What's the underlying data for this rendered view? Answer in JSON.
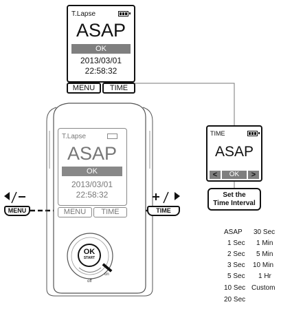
{
  "top_screen": {
    "mode_label": "T.Lapse",
    "main_value": "ASAP",
    "ok_label": "OK",
    "date": "2013/03/01",
    "time": "22:58:32"
  },
  "top_softkeys": {
    "left": "MENU",
    "right": "TIME"
  },
  "device_screen": {
    "mode_label": "T.Lapse",
    "main_value": "ASAP",
    "ok_label": "OK",
    "date": "2013/03/01",
    "time": "22:58:32",
    "softkey_left": "MENU",
    "softkey_right": "TIME"
  },
  "device_controls": {
    "ok_line1": "OK",
    "ok_line2": "START",
    "switch_on": "on",
    "switch_off": "off"
  },
  "side_buttons": {
    "left_label": "MENU",
    "right_label": "TIME"
  },
  "time_screen": {
    "title": "TIME",
    "value": "ASAP",
    "left_arrow": "<",
    "ok_label": "OK",
    "right_arrow": ">"
  },
  "callout": {
    "line1": "Set the",
    "line2": "Time Interval"
  },
  "intervals": {
    "left_column": [
      "ASAP",
      "1 Sec",
      "2 Sec",
      "3 Sec",
      "5 Sec",
      "10 Sec",
      "20 Sec"
    ],
    "right_column": [
      "30 Sec",
      "1 Min",
      "5 Min",
      "10 Min",
      "1 Hr",
      "Custom"
    ]
  }
}
